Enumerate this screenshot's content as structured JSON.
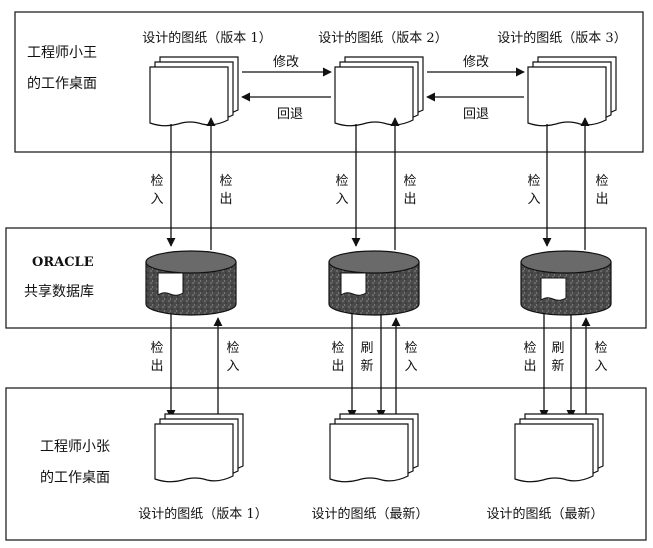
{
  "top_panel": {
    "label_line1": "工程师小王",
    "label_line2": "的工作桌面",
    "doc_titles": [
      "设计的图纸（版本 1）",
      "设计的图纸（版本 2）",
      "设计的图纸（版本 3）"
    ],
    "forward_arrow_label": "修改",
    "back_arrow_label": "回退"
  },
  "middle_panel": {
    "label_line1": "ORACLE",
    "label_line2": "共享数据库"
  },
  "bottom_panel": {
    "label_line1": "工程师小张",
    "label_line2": "的工作桌面",
    "doc_titles": [
      "设计的图纸（版本 1）",
      "设计的图纸（最新）",
      "设计的图纸（最新）"
    ]
  },
  "top_links": {
    "checkin": [
      "检",
      "入"
    ],
    "checkout": [
      "检",
      "出"
    ]
  },
  "bottom_links": {
    "checkout": [
      "检",
      "出"
    ],
    "refresh": [
      "刷",
      "新"
    ],
    "checkin": [
      "检",
      "入"
    ]
  },
  "colors": {
    "line": "#111111",
    "panel_border": "#222222",
    "db_fill": "#555555",
    "paper": "#ffffff"
  }
}
